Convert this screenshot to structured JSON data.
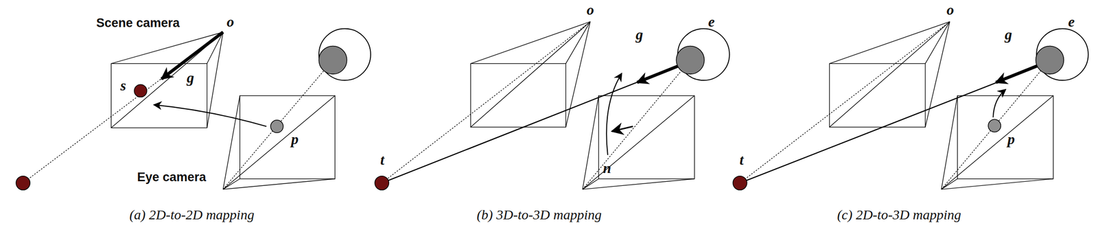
{
  "diagram": {
    "labels": [
      "Scene camera",
      "o",
      "s",
      "g",
      "p",
      "Eye camera",
      "(a) 2D-to-2D mapping",
      "o",
      "g",
      "e",
      "n",
      "t",
      "(b) 3D-to-3D mapping",
      "o",
      "g",
      "e",
      "t",
      "p",
      "(c) 2D-to-3D mapping"
    ]
  }
}
